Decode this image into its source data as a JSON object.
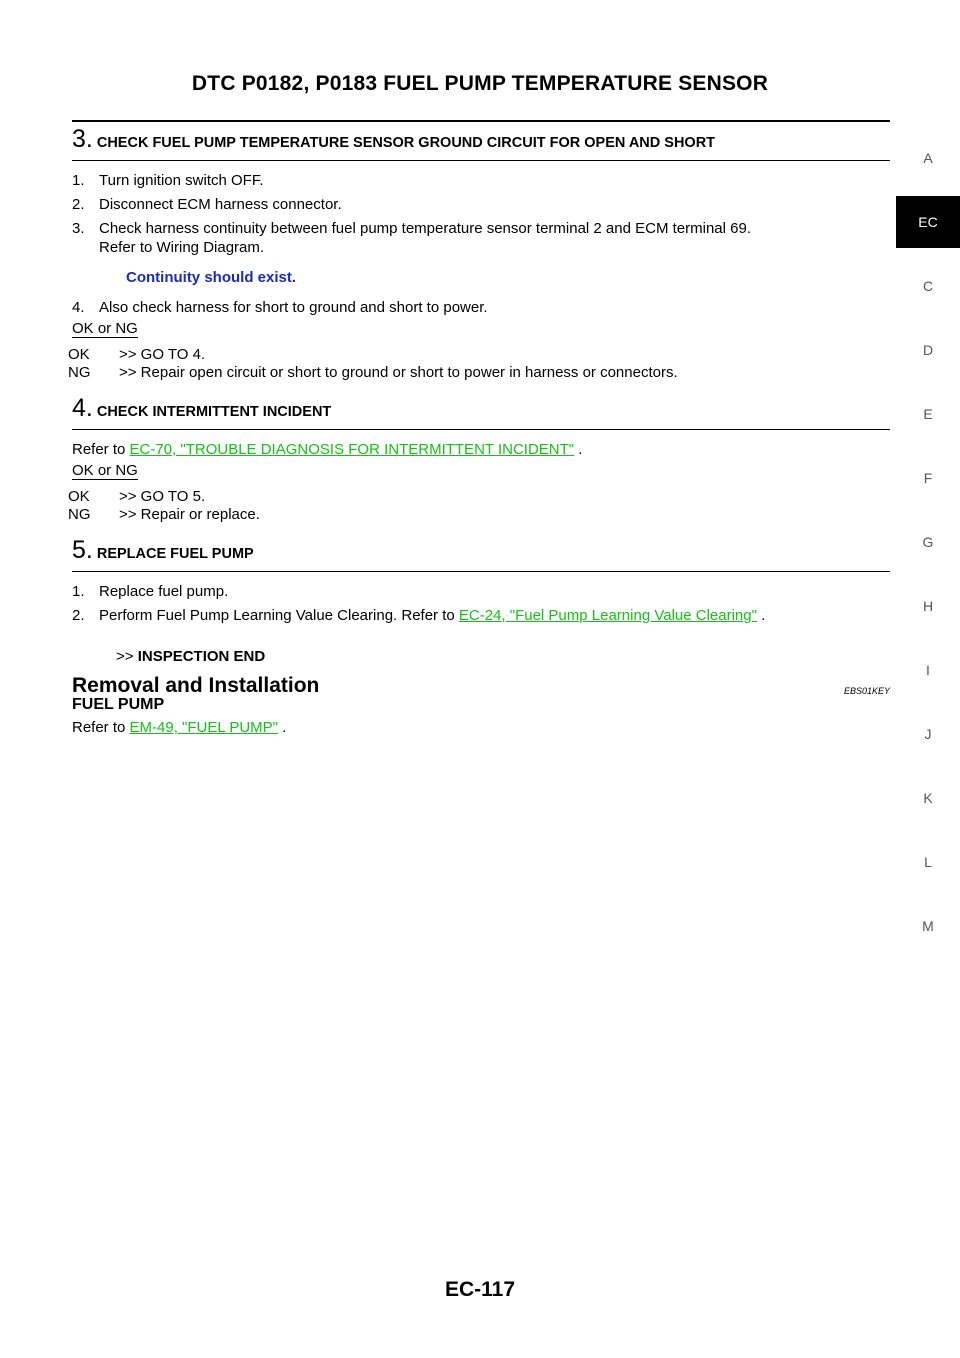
{
  "header": {
    "title": "DTC P0182, P0183 FUEL PUMP TEMPERATURE SENSOR"
  },
  "step3": {
    "num": "3.",
    "title": "CHECK FUEL PUMP TEMPERATURE SENSOR GROUND CIRCUIT FOR OPEN AND SHORT",
    "items": [
      {
        "n": "1.",
        "text": "Turn ignition switch OFF."
      },
      {
        "n": "2.",
        "text": "Disconnect ECM harness connector."
      },
      {
        "n": "3.",
        "text": "Check harness continuity between fuel pump temperature sensor terminal 2 and ECM terminal 69."
      }
    ],
    "item3_cont": "Refer to Wiring Diagram.",
    "spec": "Continuity should exist.",
    "item4_n": "4.",
    "item4": "Also check harness for short to ground and short to power.",
    "okng": "OK or NG",
    "ok_key": "OK",
    "ok_val": ">> GO TO 4.",
    "ng_key": "NG",
    "ng_val": ">> Repair open circuit or short to ground or short to power in harness or connectors."
  },
  "step4": {
    "num": "4.",
    "title": "CHECK INTERMITTENT INCIDENT",
    "refer_prefix": "Refer to ",
    "refer_link": "EC-70, \"TROUBLE DIAGNOSIS FOR INTERMITTENT INCIDENT\"",
    "refer_suffix": " .",
    "okng": "OK or NG",
    "ok_key": "OK",
    "ok_val": ">> GO TO 5.",
    "ng_key": "NG",
    "ng_val": ">> Repair or replace."
  },
  "step5": {
    "num": "5.",
    "title": "REPLACE FUEL PUMP",
    "item1_n": "1.",
    "item1": "Replace fuel pump.",
    "item2_n": "2.",
    "item2_prefix": "Perform Fuel Pump Learning Value Clearing. Refer to ",
    "item2_link": "EC-24, \"Fuel Pump Learning Value Clearing\"",
    "item2_suffix": " .",
    "end_arrow": ">>",
    "end_text": "INSPECTION END"
  },
  "removal": {
    "title": "Removal and Installation",
    "code": "EBS01KEY",
    "subtitle": "FUEL PUMP",
    "refer_prefix": "Refer to ",
    "refer_link": "EM-49, \"FUEL PUMP\"",
    "refer_suffix": " ."
  },
  "sidebar": [
    "A",
    "EC",
    "C",
    "D",
    "E",
    "F",
    "G",
    "H",
    "I",
    "J",
    "K",
    "L",
    "M"
  ],
  "footer": {
    "page": "EC-117"
  }
}
